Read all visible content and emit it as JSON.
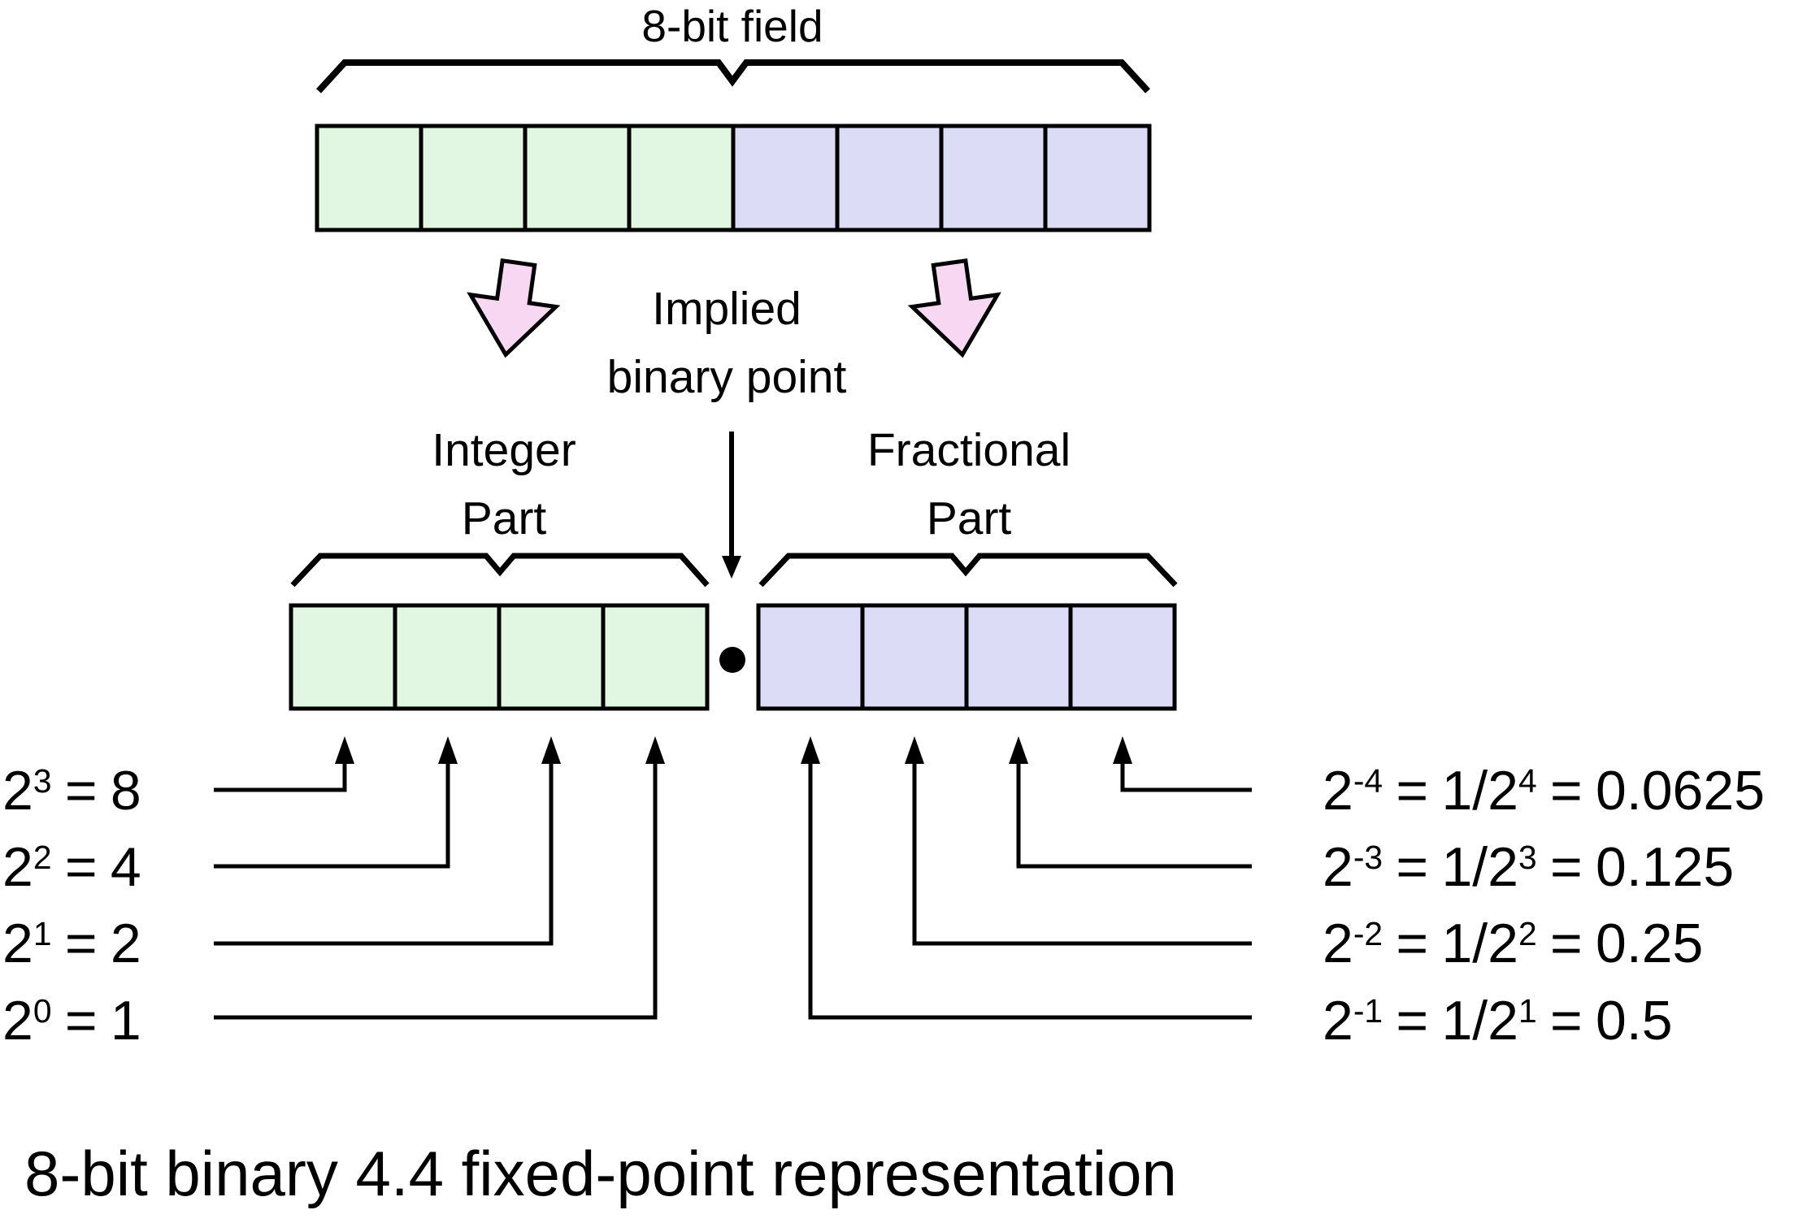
{
  "diagram": {
    "title": "8-bit binary 4.4 fixed-point representation",
    "field_label": "8-bit field",
    "implied_point": {
      "line1": "Implied",
      "line2": "binary point"
    },
    "integer_part": {
      "line1": "Integer",
      "line2": "Part"
    },
    "fractional_part": {
      "line1": "Fractional",
      "line2": "Part"
    },
    "bit_field": {
      "total_bits": 8,
      "integer_bits": 4,
      "fractional_bits": 4
    },
    "colors": {
      "integer_cell_fill": "#e2f7e2",
      "fractional_cell_fill": "#dcdcf7",
      "arrow_fill": "#f8d7f3",
      "line": "#000000"
    },
    "integer_weights": [
      {
        "base": "2",
        "exponent": "3",
        "eq": "=",
        "value": "8"
      },
      {
        "base": "2",
        "exponent": "2",
        "eq": "=",
        "value": "4"
      },
      {
        "base": "2",
        "exponent": "1",
        "eq": "=",
        "value": "2"
      },
      {
        "base": "2",
        "exponent": "0",
        "eq": "=",
        "value": "1"
      }
    ],
    "fractional_weights": [
      {
        "base": "2",
        "exponent": "-4",
        "eq": "=",
        "fraction": "1/2",
        "fraction_exponent": "4",
        "value": "0.0625"
      },
      {
        "base": "2",
        "exponent": "-3",
        "eq": "=",
        "fraction": "1/2",
        "fraction_exponent": "3",
        "value": "0.125"
      },
      {
        "base": "2",
        "exponent": "-2",
        "eq": "=",
        "fraction": "1/2",
        "fraction_exponent": "2",
        "value": "0.25"
      },
      {
        "base": "2",
        "exponent": "-1",
        "eq": "=",
        "fraction": "1/2",
        "fraction_exponent": "1",
        "value": "0.5"
      }
    ]
  }
}
